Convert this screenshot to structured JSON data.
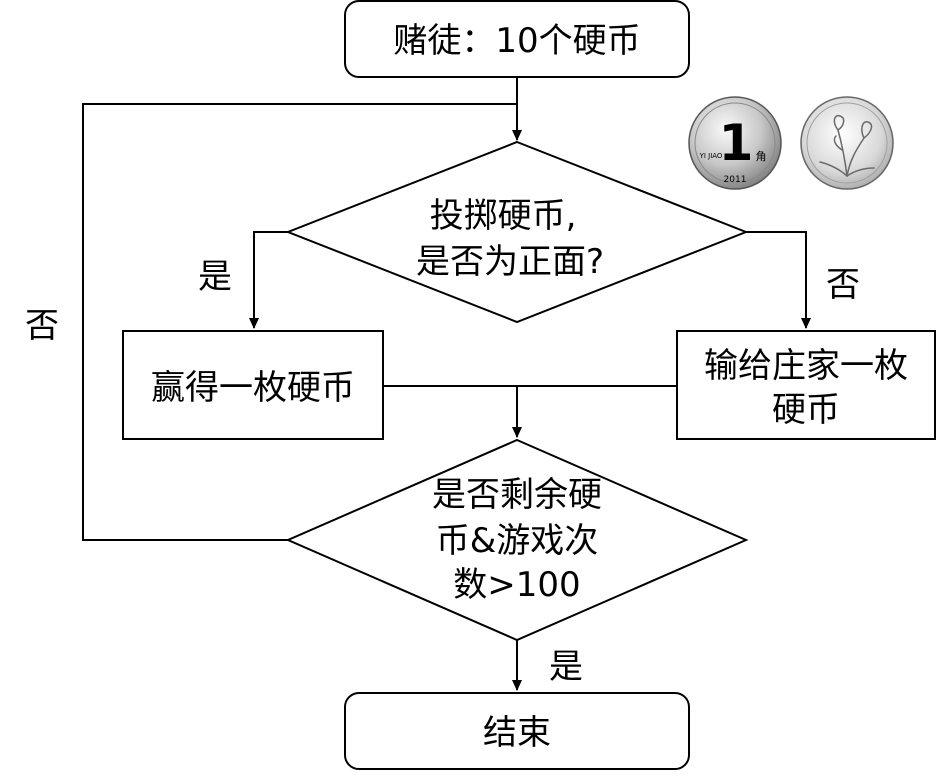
{
  "flowchart": {
    "start": "赌徒：10个硬币",
    "decision1": {
      "line1": "投掷硬币,",
      "line2": "是否为正面?"
    },
    "branch_yes1": "是",
    "branch_no1": "否",
    "win": "赢得一枚硬币",
    "lose": {
      "line1": "输给庄家一枚",
      "line2": "硬币"
    },
    "decision2": {
      "line1": "是否剩余硬",
      "line2": "币&游戏次",
      "line3": "数>100"
    },
    "loop_no": "否",
    "end_yes": "是",
    "end": "结束"
  },
  "coins": {
    "front": {
      "glyph": "1",
      "pinyin": "YI JIAO",
      "year": "2011",
      "side_char": "角"
    },
    "back": {
      "icon": "orchid-icon"
    }
  }
}
